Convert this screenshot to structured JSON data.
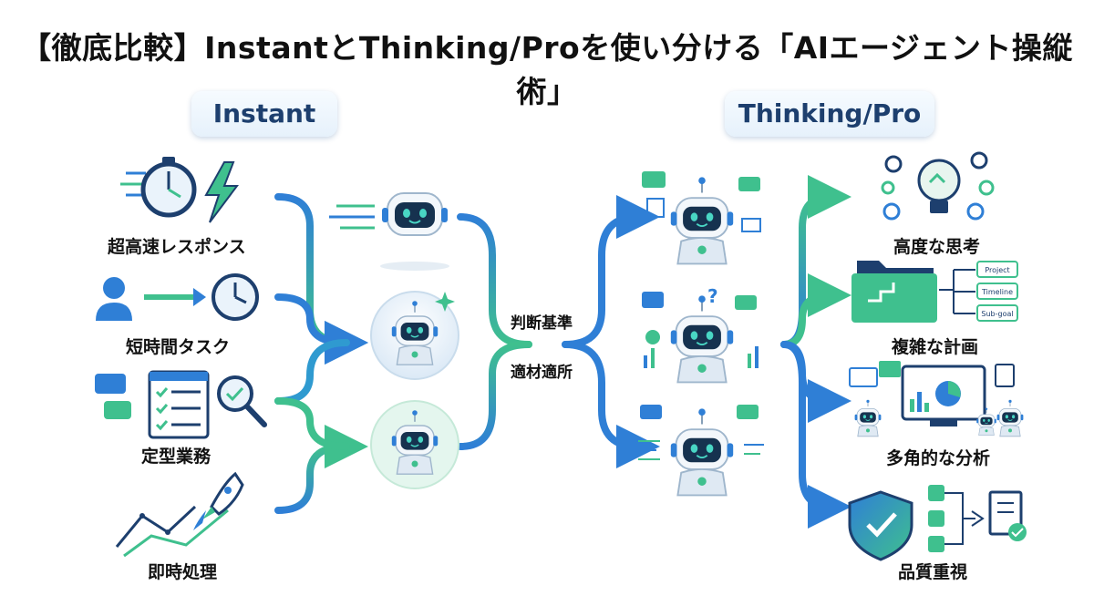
{
  "title": "【徹底比較】InstantとThinking/Proを使い分ける「AIエージェント操縦術」",
  "left_header": "Instant",
  "right_header": "Thinking/Pro",
  "left_items": [
    "超高速レスポンス",
    "短時間タスク",
    "定型業務",
    "即時処理"
  ],
  "center_labels": [
    "判断基準",
    "適材適所"
  ],
  "right_items": [
    "高度な思考",
    "複雑な計画",
    "多角的な分析",
    "品質重視"
  ],
  "plan_tags": [
    "Project",
    "Timeline",
    "Sub-goal"
  ],
  "colors": {
    "blue": "#2f7fd6",
    "green": "#3fc08e",
    "navy": "#1d3f6e",
    "screen": "#16324f"
  }
}
